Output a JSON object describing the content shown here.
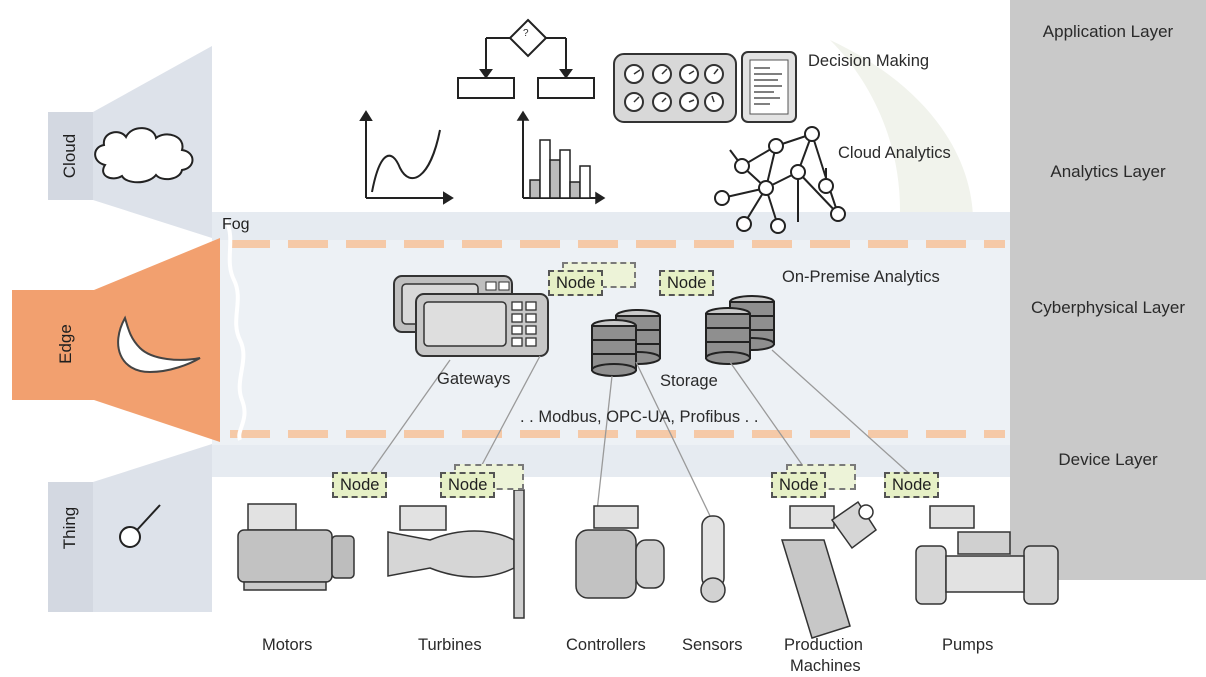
{
  "layers": {
    "application": "Application Layer",
    "analytics": "Analytics Layer",
    "cyberphysical": "Cyberphysical Layer",
    "device": "Device Layer"
  },
  "tiers": {
    "cloud": "Cloud",
    "edge": "Edge",
    "thing": "Thing",
    "fog": "Fog"
  },
  "functions": {
    "decision_making": "Decision Making",
    "cloud_analytics": "Cloud Analytics",
    "on_premise_analytics": "On-Premise Analytics",
    "gateways": "Gateways",
    "storage": "Storage",
    "protocols": ". . Modbus, OPC-UA, Profibus . .",
    "decision_symbol": "?"
  },
  "node_label": "Node",
  "devices": {
    "motors": "Motors",
    "turbines": "Turbines",
    "controllers": "Controllers",
    "sensors": "Sensors",
    "production_line1": "Production",
    "production_line2": "Machines",
    "pumps": "Pumps"
  },
  "colors": {
    "edge_orange": "#f2a06f",
    "tier_gray": "#d3d8e1",
    "band_light": "#e6ebf1",
    "layer_panel": "#c9c9c9",
    "node_fill": "#e6f0c6"
  }
}
